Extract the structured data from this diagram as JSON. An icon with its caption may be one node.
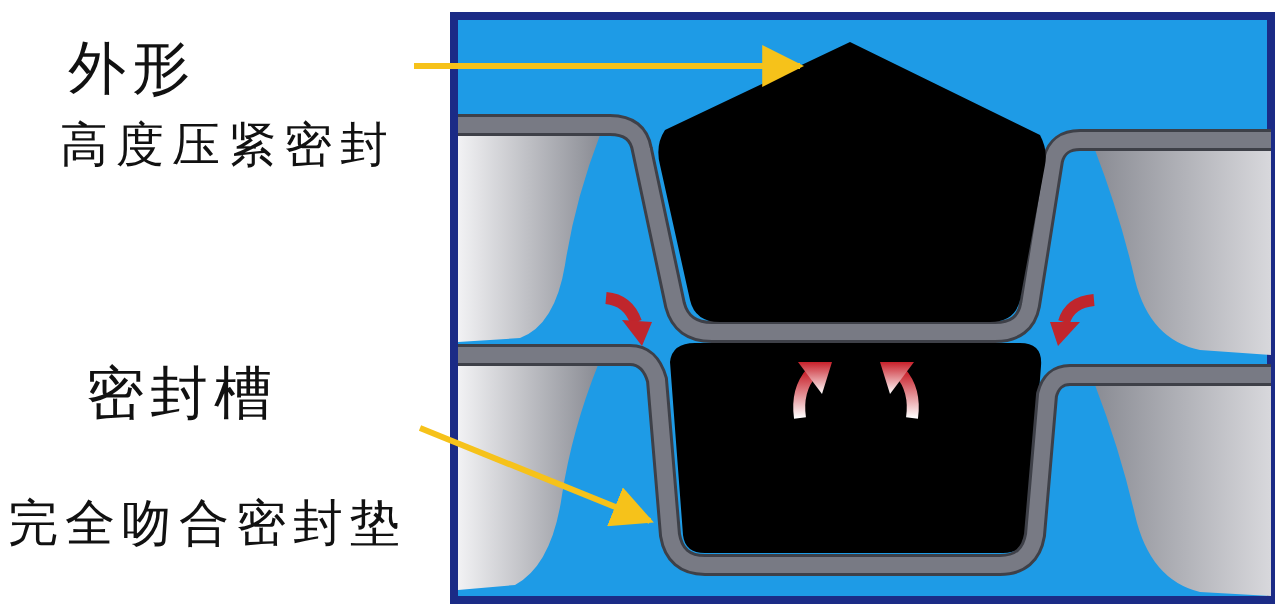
{
  "diagram": {
    "nodes": [
      {
        "text": [
          "外形",
          "高度压紧密封"
        ]
      },
      {
        "text": [
          "密封槽",
          "完全吻合密封垫"
        ]
      },
      {
        "text": [],
        "shape": "pentagon"
      },
      {
        "text": [],
        "shape": "channel"
      }
    ],
    "edges": [
      {
        "from": 0,
        "to": 2,
        "arrow": "to"
      },
      {
        "from": 1,
        "to": 3,
        "arrow": "to"
      }
    ]
  }
}
